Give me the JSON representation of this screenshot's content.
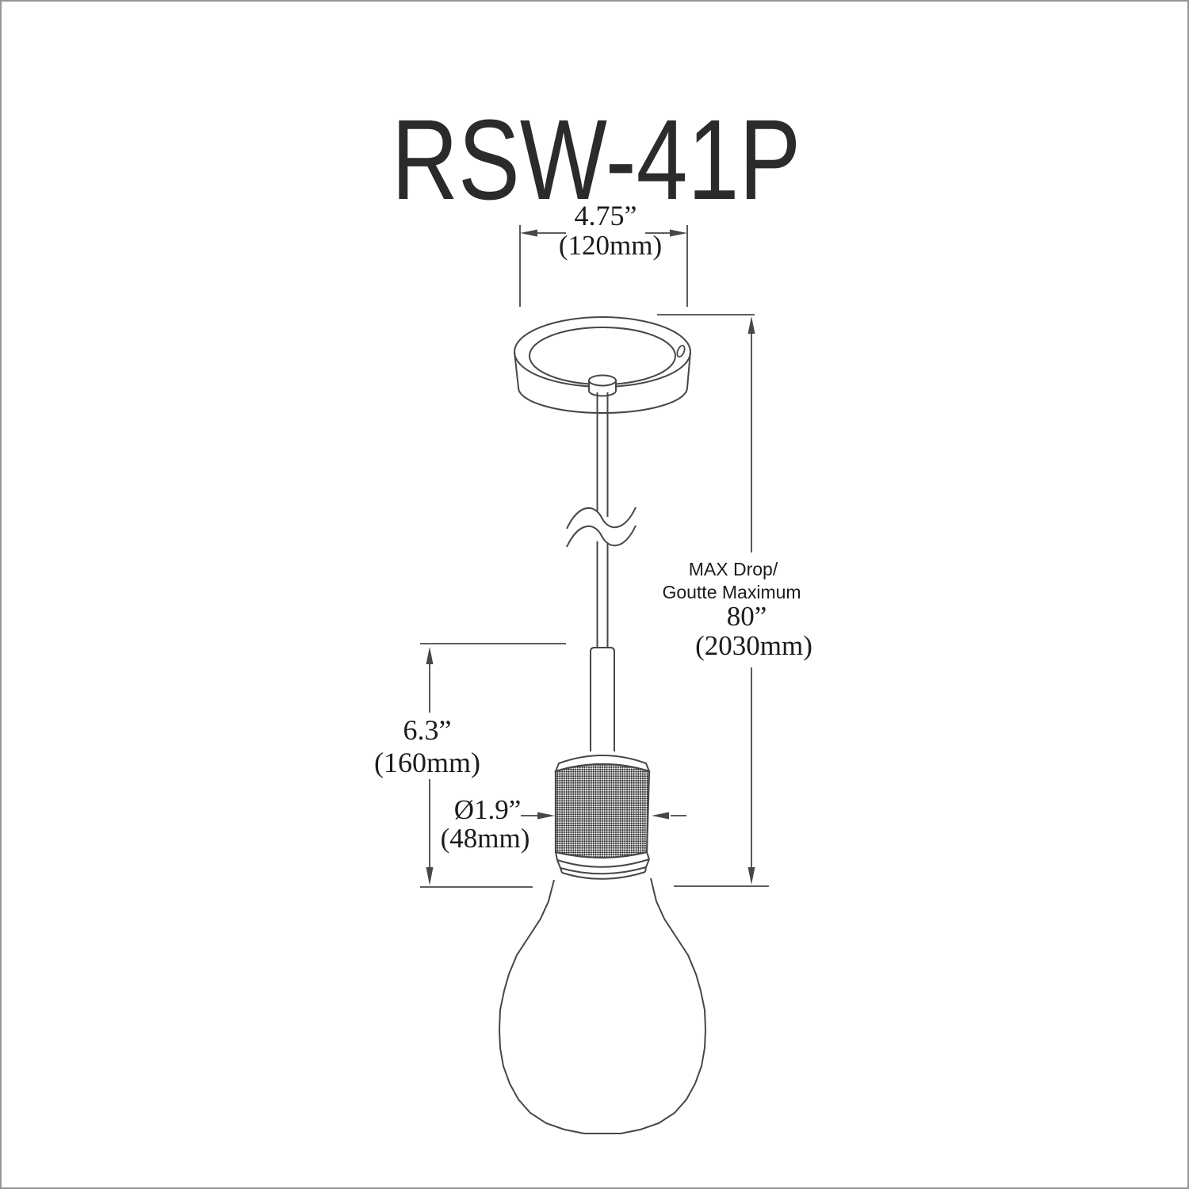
{
  "diagram": {
    "model": "RSW-41P",
    "dimensions": {
      "canopy_width": {
        "inches": "4.75”",
        "metric": "(120mm)"
      },
      "max_drop": {
        "line1": "MAX Drop/",
        "line2": "Goutte Maximum",
        "inches": "80”",
        "metric": "(2030mm)"
      },
      "fixture_height": {
        "inches": "6.3”",
        "metric": "(160mm)"
      },
      "socket_diameter": {
        "inches": "Ø1.9”",
        "metric": "(48mm)"
      }
    },
    "colors": {
      "line": "#474747",
      "text": "#1c1c1c",
      "border": "#969696",
      "knurl_dark": "#2f2f2f"
    }
  }
}
